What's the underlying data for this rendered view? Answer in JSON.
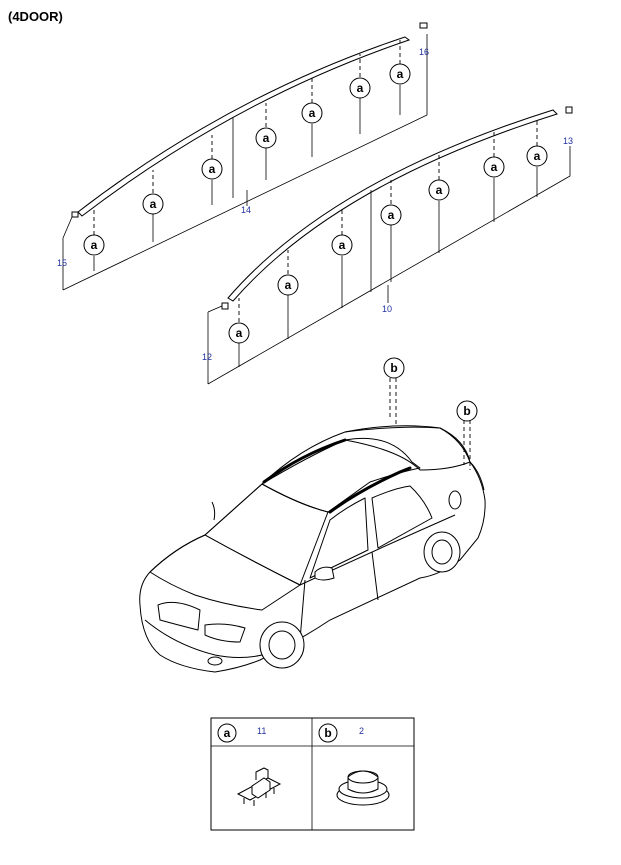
{
  "header": {
    "title": "(4DOOR)"
  },
  "callouts": {
    "a": "a",
    "b": "b"
  },
  "upper_molding": {
    "part_number": "14",
    "end_cap_front": "15",
    "end_cap_rear": "16"
  },
  "lower_molding": {
    "part_number": "10",
    "end_cap_front": "12",
    "end_cap_rear": "13"
  },
  "legend": {
    "clip": {
      "letter": "a",
      "part_number": "11"
    },
    "grommet": {
      "letter": "b",
      "part_number": "2"
    }
  }
}
